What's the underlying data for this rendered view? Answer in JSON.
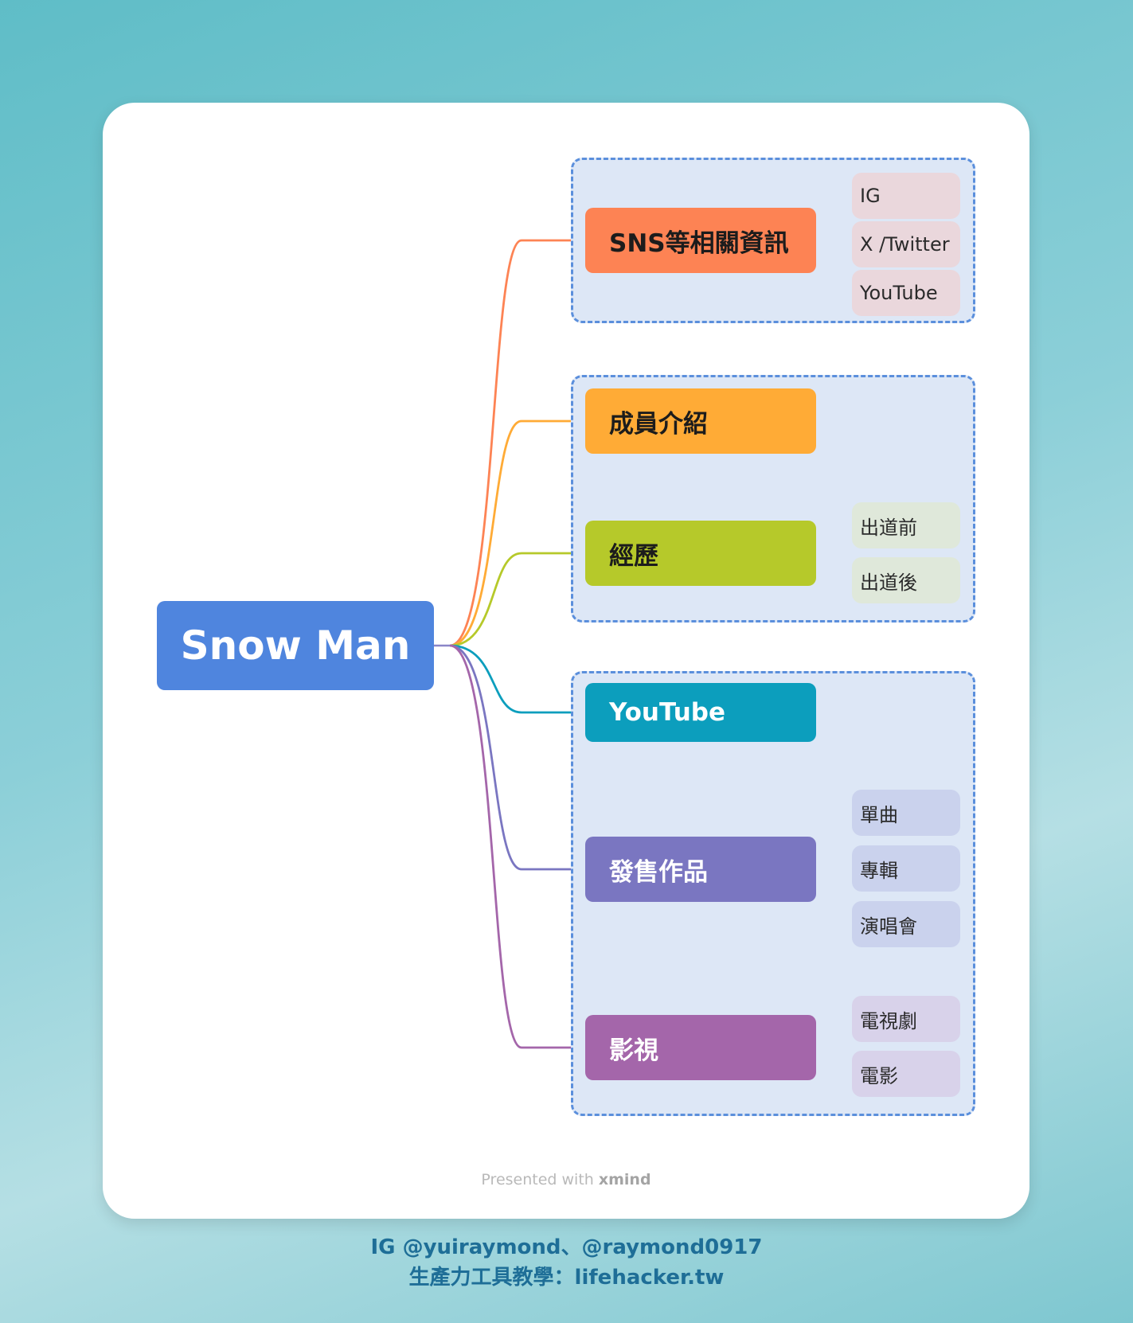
{
  "root": {
    "label": "Snow Man",
    "color": "#4f85de"
  },
  "groups": [
    {
      "branches": [
        {
          "label": "SNS等相關資訊",
          "color": "#fd8354",
          "text_color": "#1c1c1c",
          "leaf_color": "#ead7dc",
          "leaves": [
            "IG",
            "X /Twitter",
            "YouTube"
          ]
        }
      ]
    },
    {
      "branches": [
        {
          "label": "成員介紹",
          "color": "#ffab36",
          "text_color": "#1c1c1c",
          "leaf_color": "#dfe7df",
          "leaves": []
        },
        {
          "label": "經歷",
          "color": "#b6c92a",
          "text_color": "#1c1c1c",
          "leaf_color": "#dfe8da",
          "leaves": [
            "出道前",
            "出道後"
          ]
        }
      ]
    },
    {
      "branches": [
        {
          "label": "YouTube",
          "color": "#0c9ebd",
          "text_color": "#ffffff",
          "leaf_color": "#d4e2ee",
          "leaves": []
        },
        {
          "label": "發售作品",
          "color": "#7a76c1",
          "text_color": "#ffffff",
          "leaf_color": "#cad2ed",
          "leaves": [
            "單曲",
            "專輯",
            "演唱會"
          ]
        },
        {
          "label": "影視",
          "color": "#a466aa",
          "text_color": "#ffffff",
          "leaf_color": "#d8d2ea",
          "leaves": [
            "電視劇",
            "電影"
          ]
        }
      ]
    }
  ],
  "watermark": {
    "prefix": "Presented with",
    "brand": "xmind"
  },
  "footer": {
    "line1": "IG @yuiraymond、@raymond0917",
    "line2": "生產力工具教學：lifehacker.tw"
  }
}
